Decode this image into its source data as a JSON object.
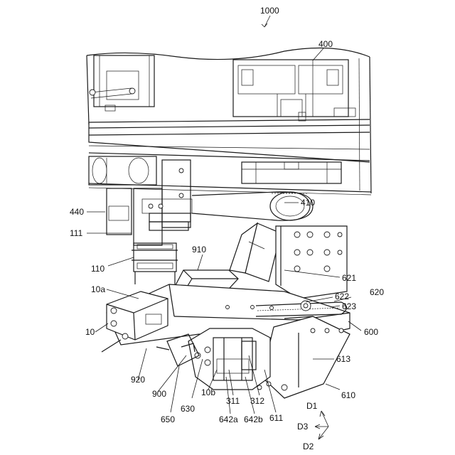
{
  "figure": {
    "labels": {
      "l1000": "1000",
      "l400": "400",
      "l410": "410",
      "l440": "440",
      "l111": "111",
      "l110": "110",
      "l910": "910",
      "l10a": "10a",
      "l10": "10",
      "l621": "621",
      "l622": "622",
      "l620": "620",
      "l623": "623",
      "l600": "600",
      "l613": "613",
      "l920": "920",
      "l900": "900",
      "l630": "630",
      "l650": "650",
      "l10b": "10b",
      "l311": "311",
      "l312": "312",
      "l642a": "642a",
      "l642b": "642b",
      "l611": "611",
      "l610": "610"
    },
    "directions": {
      "d1": "D1",
      "d2": "D2",
      "d3": "D3"
    }
  }
}
